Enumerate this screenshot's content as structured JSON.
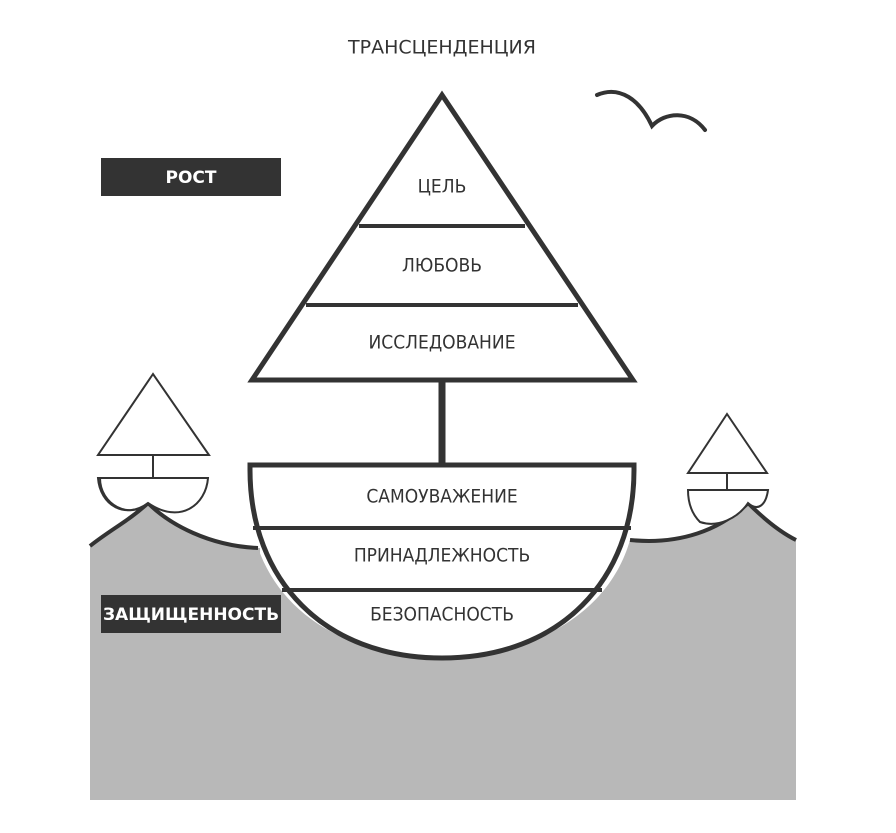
{
  "diagram": {
    "top_label": "ТРАНСЦЕНДЕНЦИЯ",
    "growth_tag": "РОСТ",
    "security_tag": "ЗАЩИЩЕННОСТЬ",
    "sail_levels": [
      "ЦЕЛЬ",
      "ЛЮБОВЬ",
      "ИССЛЕДОВАНИЕ"
    ],
    "hull_levels": [
      "САМОУВАЖЕНИЕ",
      "ПРИНАДЛЕЖНОСТЬ",
      "БЕЗОПАСНОСТЬ"
    ]
  },
  "colors": {
    "ink": "#333333",
    "sea": "#b8b8b8",
    "tag_bg": "#333333",
    "background": "#ffffff"
  }
}
